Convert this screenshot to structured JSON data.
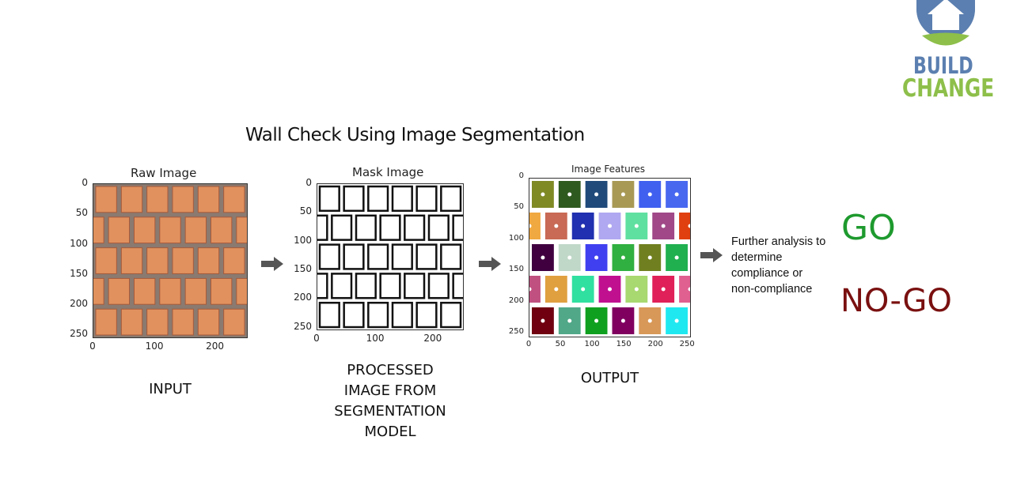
{
  "title": "Wall Check Using Image Segmentation",
  "logo": {
    "line1": "BUILD",
    "line2": "CHANGE",
    "blue": "#5b7fb0",
    "green": "#8dbf4a"
  },
  "panels": [
    {
      "title": "Raw Image",
      "yticks": [
        "0",
        "50",
        "100",
        "150",
        "200",
        "250"
      ],
      "xticks": [
        "0",
        "100",
        "200"
      ],
      "caption": [
        "INPUT"
      ]
    },
    {
      "title": "Mask Image",
      "yticks": [
        "0",
        "50",
        "100",
        "150",
        "200",
        "250"
      ],
      "xticks": [
        "0",
        "100",
        "200"
      ],
      "caption": [
        "PROCESSED",
        "IMAGE FROM",
        "SEGMENTATION",
        "MODEL"
      ]
    },
    {
      "title": "Image Features",
      "yticks": [
        "0",
        "50",
        "100",
        "150",
        "200",
        "250"
      ],
      "xticks": [
        "0",
        "50",
        "100",
        "150",
        "200",
        "250"
      ],
      "caption": [
        "OUTPUT"
      ]
    }
  ],
  "analysis": {
    "text": [
      "Further analysis to",
      "determine",
      "compliance or",
      "non-compliance"
    ]
  },
  "go": {
    "label": "GO",
    "color": "#1e9a2e"
  },
  "nogo": {
    "label": "NO-GO",
    "color": "#7a1010"
  },
  "feature_colors": [
    [
      "#7f8a25",
      "#2f5a1f",
      "#1f4a7a",
      "#a89a55",
      "#4060f0",
      "#4868f0"
    ],
    [
      "#f0a840",
      "#c86a55",
      "#2030b0",
      "#b0a8f0",
      "#60e0a0",
      "#a04888",
      "#e04010"
    ],
    [
      "#400040",
      "#c0d8c8",
      "#4040f0",
      "#30b040",
      "#708020",
      "#20b050"
    ],
    [
      "#c05080",
      "#e0a040",
      "#30e0a0",
      "#c01090",
      "#a8d870",
      "#e02058",
      "#e06090"
    ],
    [
      "#700010",
      "#50a888",
      "#10a020",
      "#800060",
      "#d89858",
      "#20e8f0"
    ]
  ]
}
